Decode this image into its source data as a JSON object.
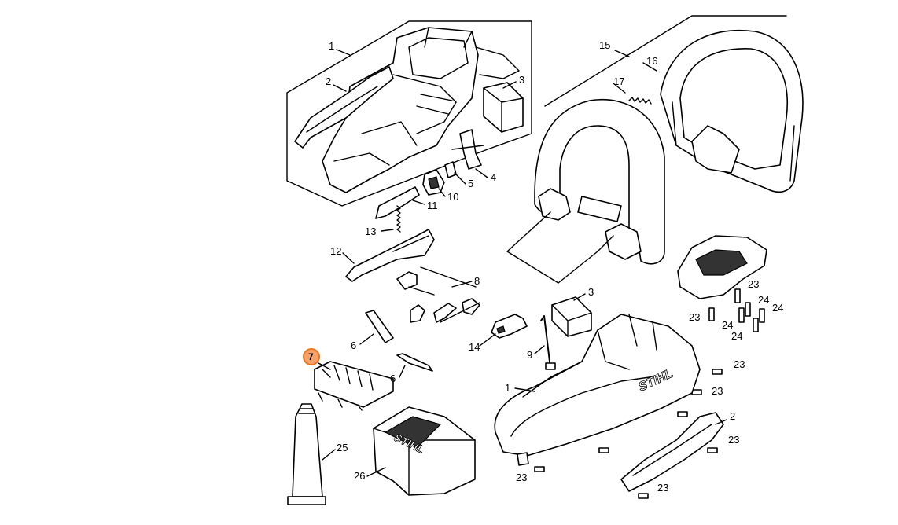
{
  "diagram": {
    "brand_text": "STIHL",
    "highlight_color": "#e87722",
    "labels": {
      "l1_top": "1",
      "l2_top": "2",
      "l3_top": "3",
      "l4": "4",
      "l5": "5",
      "l10": "10",
      "l11": "11",
      "l12": "12",
      "l13": "13",
      "l15": "15",
      "l16": "16",
      "l17": "17",
      "l8": "8",
      "l3_mid": "3",
      "l6_a": "6",
      "l6_b": "6",
      "l7": "7",
      "l9": "9",
      "l14": "14",
      "l1_bottom": "1",
      "l2_bottom": "2",
      "l25": "25",
      "l26": "26",
      "l23_a": "23",
      "l23_b": "23",
      "l23_c": "23",
      "l23_d": "23",
      "l23_e": "23",
      "l23_f": "23",
      "l23_g": "23",
      "l24_a": "24",
      "l24_b": "24",
      "l24_c": "24",
      "l24_d": "24"
    }
  }
}
